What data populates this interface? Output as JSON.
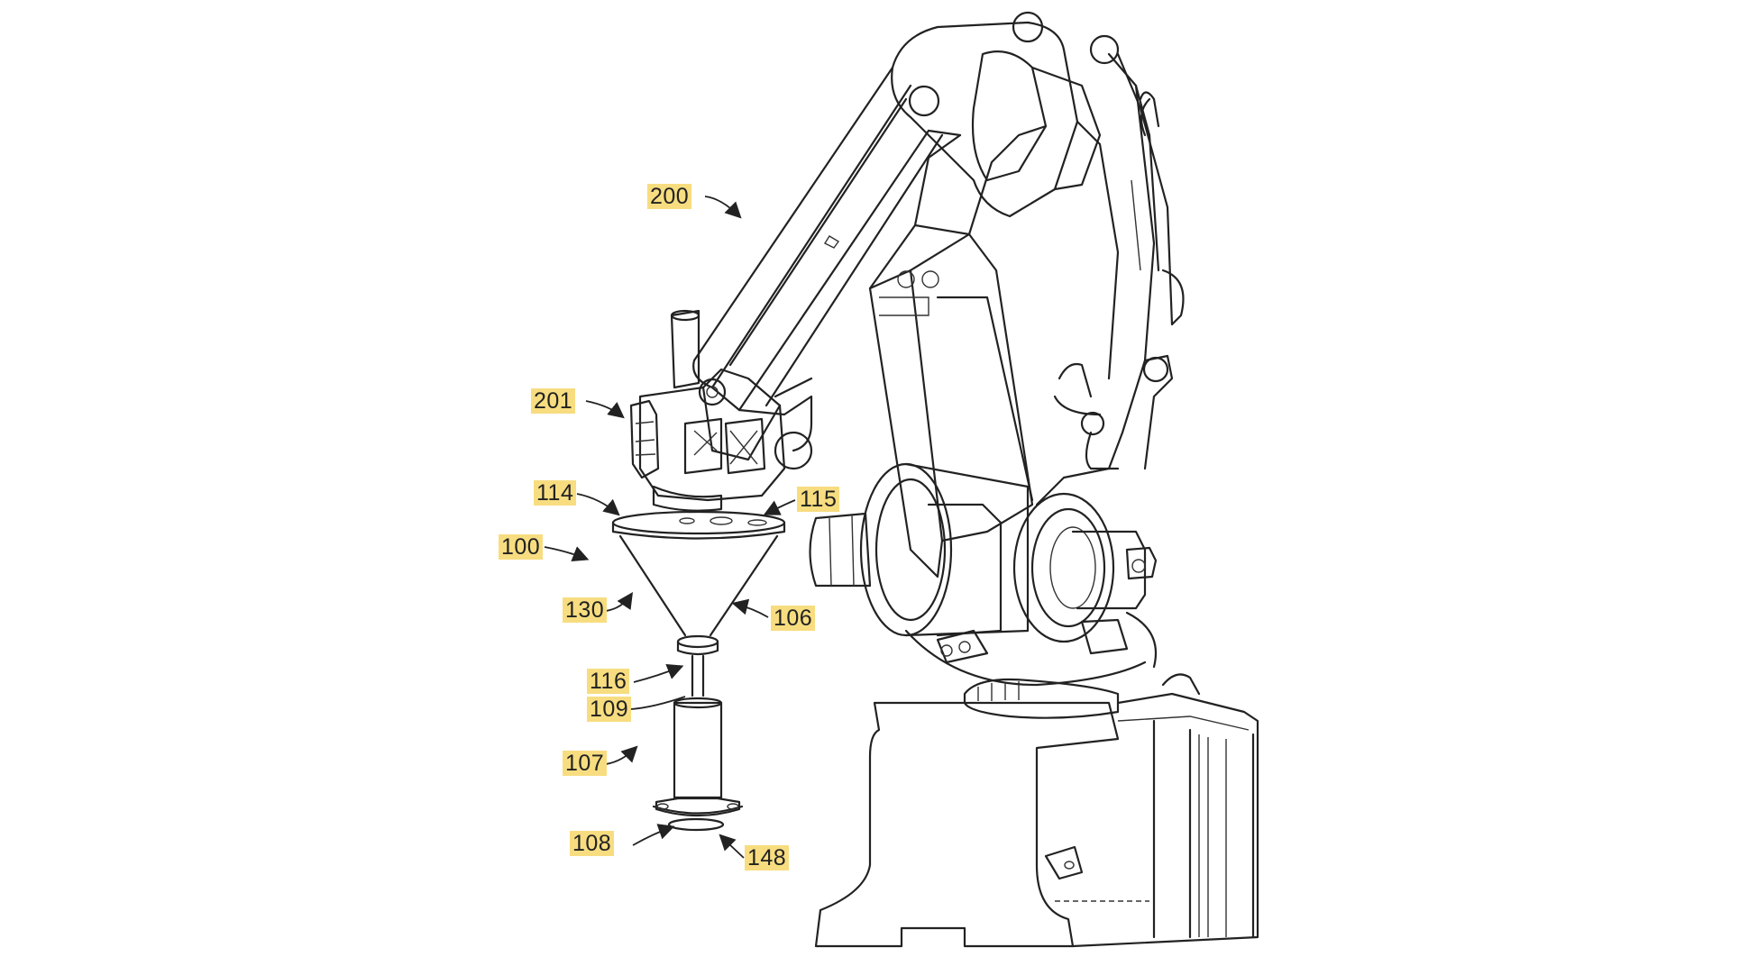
{
  "figure": {
    "reference_labels": [
      {
        "id": "200",
        "text": "200"
      },
      {
        "id": "201",
        "text": "201"
      },
      {
        "id": "114",
        "text": "114"
      },
      {
        "id": "115",
        "text": "115"
      },
      {
        "id": "100",
        "text": "100"
      },
      {
        "id": "130",
        "text": "130"
      },
      {
        "id": "106",
        "text": "106"
      },
      {
        "id": "116",
        "text": "116"
      },
      {
        "id": "109",
        "text": "109"
      },
      {
        "id": "107",
        "text": "107"
      },
      {
        "id": "108",
        "text": "108"
      },
      {
        "id": "148",
        "text": "148"
      }
    ],
    "highlight_color": "#f7dd80",
    "line_color": "#222222",
    "background": "#ffffff"
  }
}
